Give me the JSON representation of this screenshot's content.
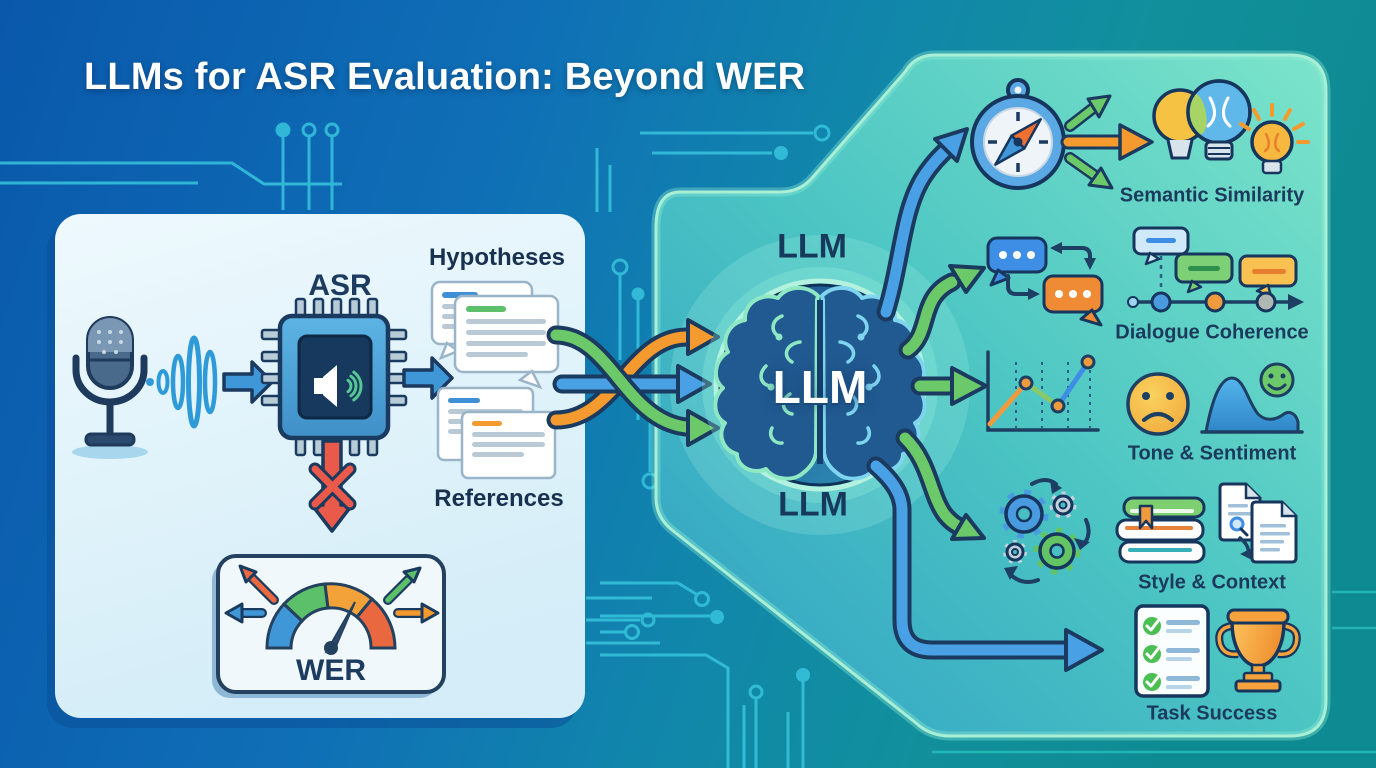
{
  "title": "LLMs for ASR Evaluation: Beyond WER",
  "left_panel": {
    "asr_label": "ASR",
    "hypotheses_label": "Hypotheses",
    "references_label": "References",
    "wer_label": "WER",
    "icons": [
      "microphone-icon",
      "sound-wave-icon",
      "asr-chip-icon",
      "speech-bubbles-icon",
      "reference-docs-icon",
      "error-cross-arrow-icon",
      "wer-gauge-icon"
    ]
  },
  "center": {
    "llm_label_top": "LLM",
    "llm_core_label": "LLM",
    "llm_label_bottom": "LLM",
    "icon": "llm-brain-icon"
  },
  "right_panel": {
    "items": [
      {
        "label": "Semantic Similarity",
        "icons": [
          "compass-icon",
          "idea-bulbs-icon"
        ]
      },
      {
        "label": "Dialogue Coherence",
        "icons": [
          "chat-exchange-icon",
          "dialogue-timeline-icon"
        ]
      },
      {
        "label": "Tone & Sentiment",
        "icons": [
          "sentiment-line-chart-icon",
          "sad-face-icon",
          "sentiment-wave-icon",
          "happy-face-icon"
        ]
      },
      {
        "label": "Style & Context",
        "icons": [
          "gears-icon",
          "books-icon",
          "documents-icon"
        ]
      },
      {
        "label": "Task Success",
        "icons": [
          "checklist-icon",
          "trophy-icon"
        ]
      }
    ]
  },
  "colors": {
    "background_blue": "#0d62b5",
    "background_teal": "#108a9a",
    "panel_light": "#ddf1f8",
    "panel_teal": "#4fc4bc",
    "navy_text": "#1b3a5c",
    "accent_blue": "#3f97d8",
    "accent_green": "#6cc96a",
    "accent_orange": "#f59a2e",
    "error_red": "#e8574a",
    "glow_mint": "#aef0dc",
    "circuit_cyan": "#37c4de"
  }
}
